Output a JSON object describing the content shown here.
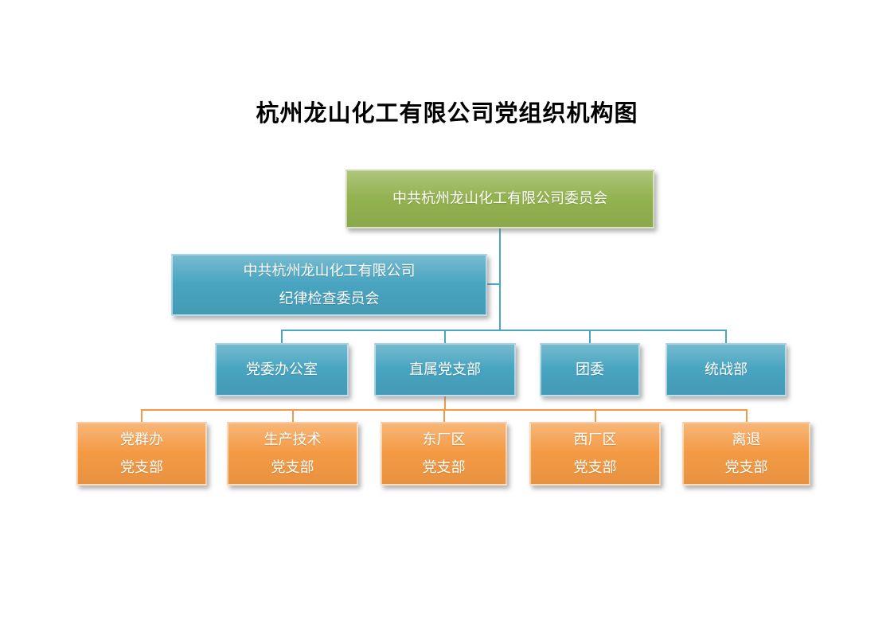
{
  "title": "杭州龙山化工有限公司党组织机构图",
  "org": {
    "root": {
      "label": "中共杭州龙山化工有限公司委员会"
    },
    "discipline": {
      "lines": [
        "中共杭州龙山化工有限公司",
        "纪律检查委员会"
      ]
    },
    "departments": [
      {
        "label": "党委办公室"
      },
      {
        "label": "直属党支部"
      },
      {
        "label": "团委"
      },
      {
        "label": "统战部"
      }
    ],
    "branches": [
      {
        "lines": [
          "党群办",
          "党支部"
        ]
      },
      {
        "lines": [
          "生产技术",
          "党支部"
        ]
      },
      {
        "lines": [
          "东厂区",
          "党支部"
        ]
      },
      {
        "lines": [
          "西厂区",
          "党支部"
        ]
      },
      {
        "lines": [
          "离退",
          "党支部"
        ]
      }
    ]
  },
  "colors": {
    "root_fill": "#93b250",
    "dept_fill": "#48a4c0",
    "branch_fill": "#f49a44",
    "connector_teal": "#4aa6c2",
    "connector_orange": "#f49a44",
    "title_color": "#000000",
    "node_text": "#ffffff"
  }
}
